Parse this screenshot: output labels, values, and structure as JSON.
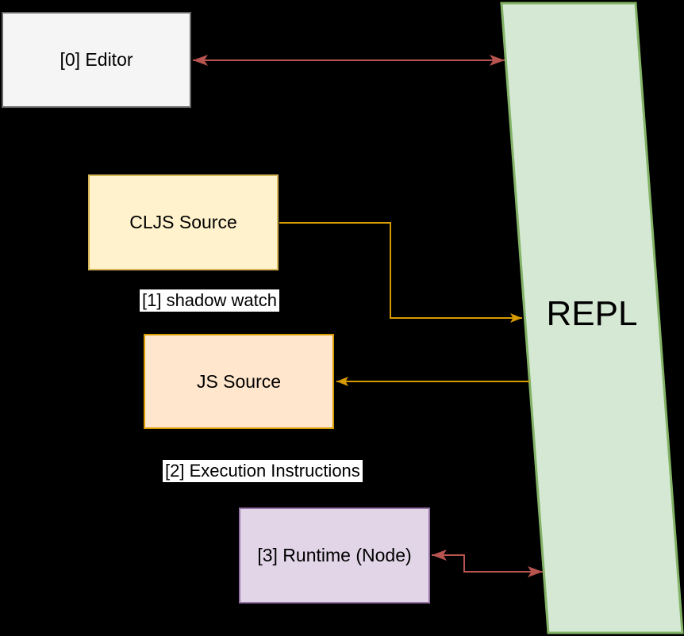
{
  "nodes": {
    "editor": {
      "label": "[0] Editor"
    },
    "cljs_source": {
      "label": "CLJS Source"
    },
    "js_source": {
      "label": "JS Source"
    },
    "runtime": {
      "label": "[3] Runtime (Node)"
    },
    "repl": {
      "label": "REPL"
    }
  },
  "edge_labels": {
    "shadow_watch": "[1] shadow watch",
    "execution_instructions": "[2] Execution Instructions"
  },
  "colors": {
    "background": "#000000",
    "text": "#000000",
    "label_bg": "#ffffff",
    "editor_fill": "#f5f5f5",
    "editor_border": "#666666",
    "cljs_fill": "#fff2cc",
    "cljs_border": "#d6b656",
    "js_fill": "#ffe6cc",
    "js_border": "#d79b00",
    "runtime_fill": "#e1d5e7",
    "runtime_border": "#9673a6",
    "repl_fill": "#d5e8d4",
    "repl_border": "#82b366",
    "arrow_red": "#b85450",
    "arrow_orange": "#d79b00"
  }
}
